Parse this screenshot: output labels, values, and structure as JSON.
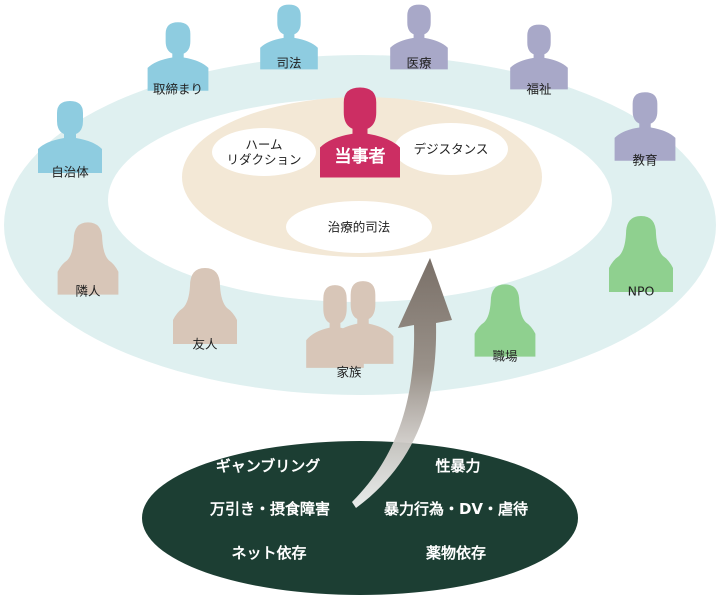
{
  "center": {
    "label": "当事者",
    "color": "#cc2e63"
  },
  "inner_bubbles": [
    {
      "line1": "ハーム",
      "line2": "リダクション"
    },
    {
      "line1": "デジスタンス"
    },
    {
      "line1": "治療的司法"
    }
  ],
  "stakeholders": [
    {
      "label": "自治体",
      "color": "#8ecce0",
      "icon": "person-icon"
    },
    {
      "label": "取締まり",
      "color": "#8ecce0",
      "icon": "person-icon"
    },
    {
      "label": "司法",
      "color": "#8ecce0",
      "icon": "person-icon"
    },
    {
      "label": "医療",
      "color": "#a8a8c8",
      "icon": "person-icon"
    },
    {
      "label": "福祉",
      "color": "#a8a8c8",
      "icon": "person-icon"
    },
    {
      "label": "教育",
      "color": "#a8a8c8",
      "icon": "person-icon"
    },
    {
      "label": "NPO",
      "color": "#8fd08f",
      "icon": "person-female-icon"
    },
    {
      "label": "職場",
      "color": "#8fd08f",
      "icon": "person-female-icon"
    },
    {
      "label": "家族",
      "color": "#d8c6b8",
      "icon": "couple-icon"
    },
    {
      "label": "友人",
      "color": "#d8c6b8",
      "icon": "person-female-icon"
    },
    {
      "label": "隣人",
      "color": "#d8c6b8",
      "icon": "person-female-icon"
    }
  ],
  "issues": [
    "ギャンブリング",
    "性暴力",
    "万引き・摂食障害",
    "暴力行為・DV・虐待",
    "ネット依存",
    "薬物依存"
  ],
  "colors": {
    "outer_ring": "#dff0f0",
    "middle_ring": "#ffffff",
    "inner_area": "#f3e8d6",
    "issues_bg": "#1c3e33",
    "arrow": "#8a8078"
  }
}
